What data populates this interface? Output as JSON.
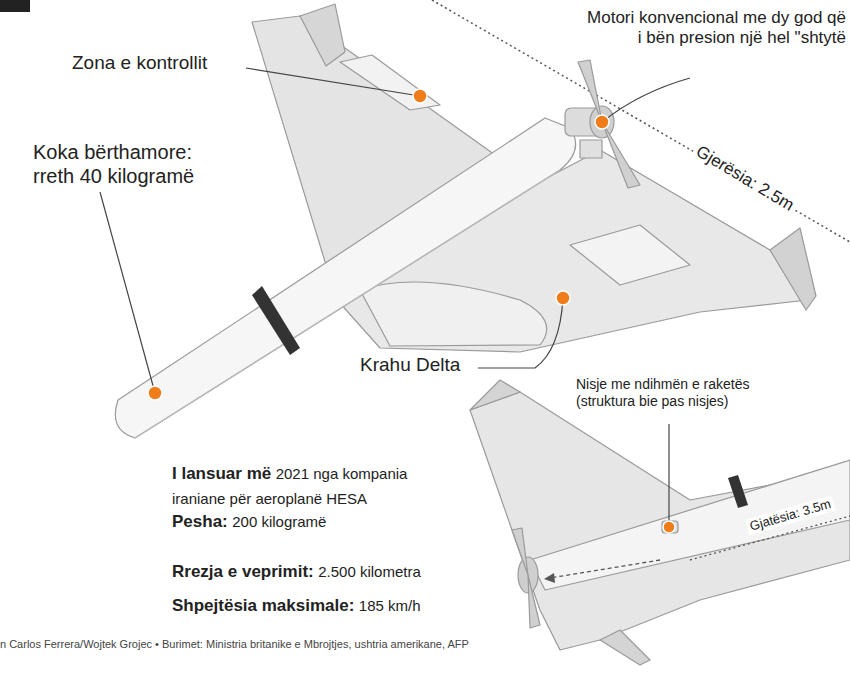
{
  "diagram": {
    "labels": [
      "Zona e kontrollit",
      "Motori konvencional me dy god që i bën presion një hel \"shtytë",
      "Koka bërthamore: rreth 40 kilogramë",
      "Gjerësia: 2.5m",
      "Krahu Delta",
      "Nisje me ndihmën e raketës (struktura bie pas nisjes)",
      "Gjatësia: 3.5m",
      "I lansuar më",
      "2021 nga kompania iraniane për aeroplanë HESA",
      "Pesha:",
      "200 kilogramë",
      "Rrezja e veprimit:",
      "2.500 kilometra",
      "Shpejtësia maksimale:",
      "185 km/h",
      "n Carlos Ferrera/Wojtek Grojec • Burimet: Ministria britanike e Mbrojtjes, ushtria amerikane, AFP"
    ]
  }
}
